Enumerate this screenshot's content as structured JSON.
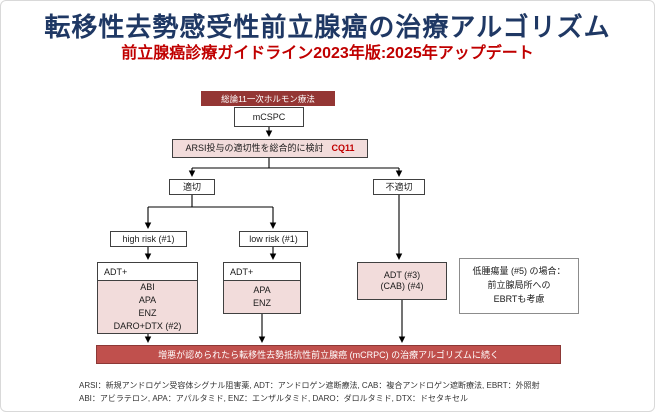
{
  "header": {
    "title": "転移性去勢感受性前立腺癌の治療アルゴリズム",
    "subtitle": "前立腺癌診療ガイドライン2023年版:2025年アップデート"
  },
  "flowchart": {
    "section_label": "総論11一次ホルモン療法",
    "start_node": "mCSPC",
    "arsi_check": {
      "text": "ARSI投与の適切性を総合的に検討",
      "cq_ref": "CQ11"
    },
    "branch_suitable": "適切",
    "branch_unsuitable": "不適切",
    "risk_high": "high risk (#1)",
    "risk_low": "low risk (#1)",
    "treatment_high_risk": {
      "header": "ADT+",
      "drugs": [
        "ABI",
        "APA",
        "ENZ",
        "DARO+DTX (#2)"
      ]
    },
    "treatment_low_risk": {
      "header": "ADT+",
      "drugs": [
        "APA",
        "ENZ"
      ]
    },
    "treatment_unsuitable": {
      "lines": [
        "ADT (#3)",
        "(CAB) (#4)"
      ]
    },
    "ebrt_note": {
      "lines": [
        "低腫瘍量 (#5) の場合：",
        "前立腺局所への",
        "EBRTも考慮"
      ]
    },
    "progression_banner": "増悪が認められたら転移性去勢抵抗性前立腺癌 (mCRPC) の治療アルゴリズムに続く"
  },
  "footnotes": [
    "ARSI：新規アンドロゲン受容体シグナル阻害薬, ADT：アンドロゲン遮断療法, CAB：複合アンドロゲン遮断療法, EBRT：外照射",
    "ABI：アビラテロン, APA：アパルタミド, ENZ：エンザルタミド, DARO：ダロルタミド, DTX：ドセタキセル"
  ],
  "colors": {
    "title_navy": "#1F3864",
    "accent_red": "#C00000",
    "box_pink": "#F2DCDB",
    "label_dark_red": "#943634",
    "banner_red": "#C0504D"
  }
}
